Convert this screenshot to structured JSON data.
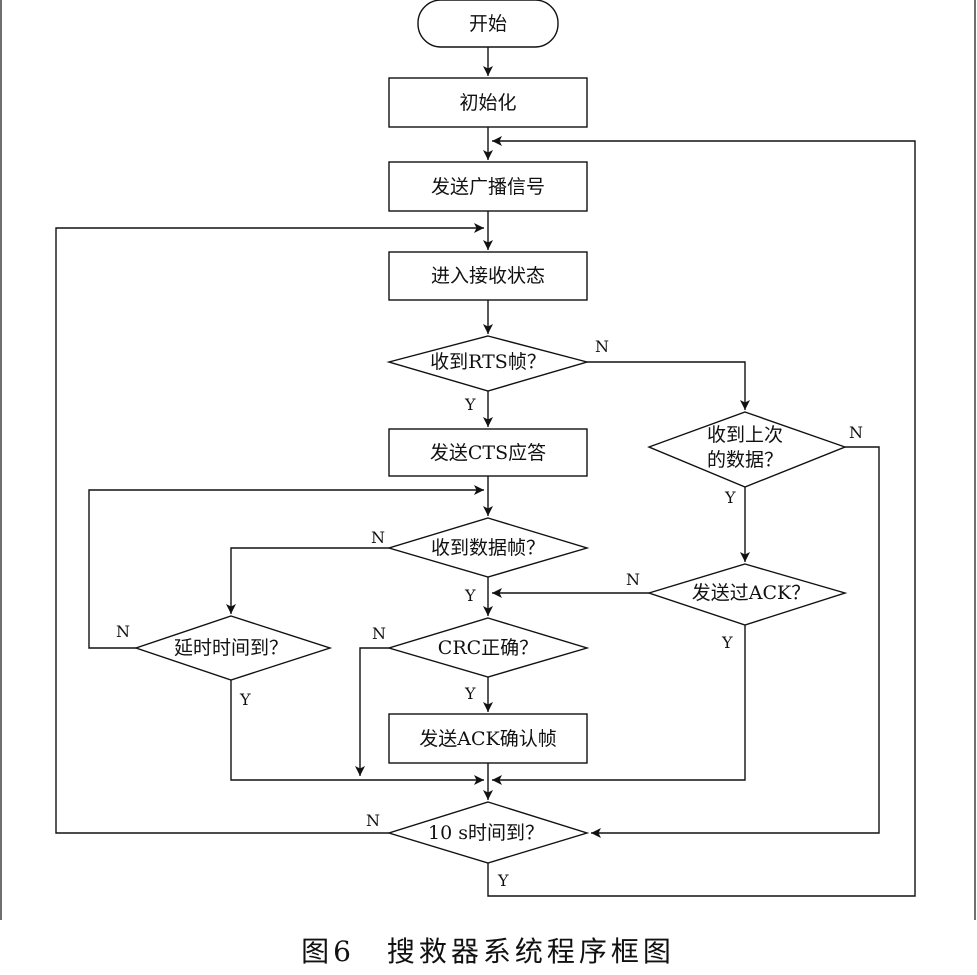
{
  "diagram": {
    "nodes": {
      "start": "开始",
      "init": "初始化",
      "send_broadcast": "发送广播信号",
      "enter_receive": "进入接收状态",
      "rts_received": "收到RTS帧？",
      "send_cts": "发送CTS应答",
      "last_data_received": [
        "收到上次",
        "的数据？"
      ],
      "data_received": "收到数据帧？",
      "ack_sent": "发送过ACK？",
      "delay_timeout": "延时时间到？",
      "crc_ok": "CRC正确？",
      "send_ack": "发送ACK确认帧",
      "timeout_10s": "10 s时间到？"
    },
    "edge_labels": {
      "rts_no": "N",
      "rts_yes": "Y",
      "last_no": "N",
      "last_yes": "Y",
      "data_no": "N",
      "data_yes": "Y",
      "ack_no": "N",
      "ack_yes": "Y",
      "delay_no": "N",
      "delay_yes": "Y",
      "crc_no": "N",
      "crc_yes": "Y",
      "t10_no": "N",
      "t10_yes": "Y"
    }
  },
  "caption": "图6　搜救器系统程序框图"
}
